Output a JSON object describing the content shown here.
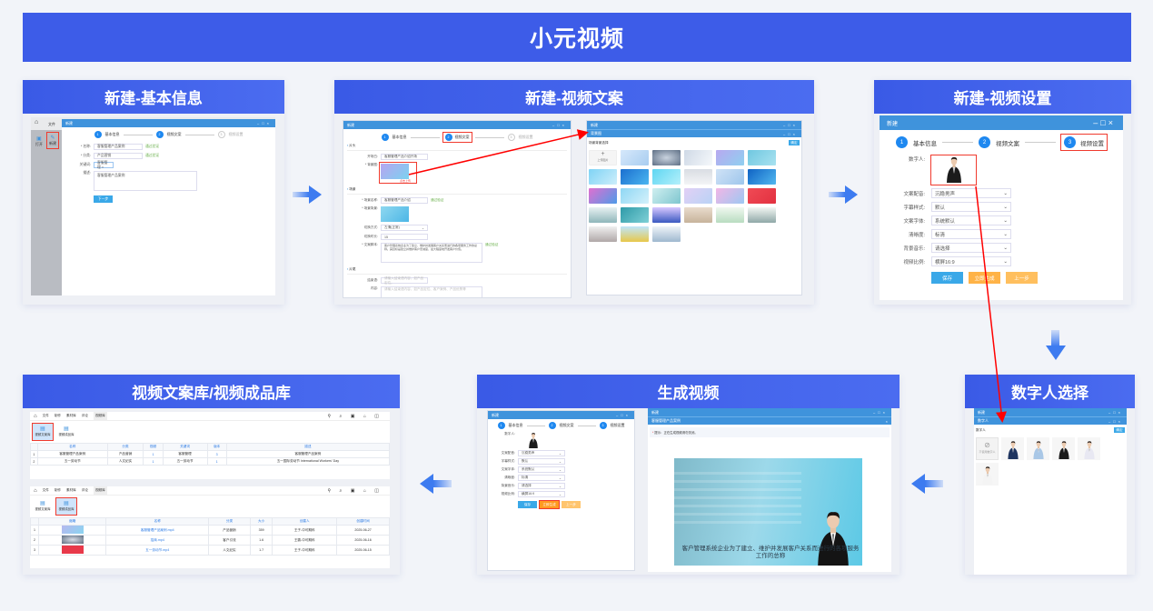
{
  "banner": {
    "title": "小元视频"
  },
  "panels": {
    "basic": {
      "title": "新建-基本信息"
    },
    "copy": {
      "title": "新建-视频文案"
    },
    "settings": {
      "title": "新建-视频设置"
    },
    "avatar": {
      "title": "数字人选择"
    },
    "generate": {
      "title": "生成视频"
    },
    "library": {
      "title": "视频文案库/视频成品库"
    }
  },
  "window": {
    "title": "新建",
    "bg_title": "背景图",
    "avatar_title": "数字人"
  },
  "steps": [
    "基本信息",
    "视频文案",
    "视频设置"
  ],
  "step_numbers": [
    "1",
    "2",
    "3"
  ],
  "basic_form": {
    "toolbar": [
      "打开",
      "新建"
    ],
    "menu": [
      "文件"
    ],
    "fields": [
      {
        "label": "* 名称:",
        "value": "客服管理产品案例",
        "hint": "通过验证"
      },
      {
        "label": "* 分类:",
        "value": "产品营销",
        "hint": "通过验证"
      },
      {
        "label": "关键词:",
        "value": "客服管理 ×",
        "hint": ""
      },
      {
        "label": "描述:",
        "value": "客服管理产品案例",
        "hint": ""
      }
    ],
    "next": "下一步"
  },
  "copy_form": {
    "sec_open": "片头",
    "open_label": "开场白:",
    "open_value": "客服管理产品介绍开场",
    "cover_label": "* 背景图:",
    "upload": "点击上传",
    "sec_body": "场景",
    "scene_label": "* 场景名称:",
    "scene_value": "客服管理产品介绍",
    "scene_hint": "通过验证",
    "bg_label": "* 场景背景:",
    "trans_label": "切换方式:",
    "trans_value": "左滑(正常)",
    "dur_label": "切换时长:",
    "dur_value": "15",
    "text_label": "* 文案脚本:",
    "text_value": "客户管理系统企业为了建立、维护并发展客户关系而进行的各项服务工作的总称。其目标是建立并维护客户忠诚度，最大程度地开发客户价值。",
    "text_hint": "通过验证",
    "sec_end": "片尾",
    "end_label": "结束语:",
    "end_placeholder": "请输入结束语内容，如产品定位。",
    "foot_label": "内容:",
    "foot_placeholder": "请输入结束语内容，如产品定位、客户案例、产品优势等"
  },
  "bg_picker": {
    "heading": "场景背景选择",
    "confirm": "确定",
    "upload": "上传图片"
  },
  "settings_form": {
    "avatar_label": "数字人:",
    "fields": [
      {
        "label": "文案配音:",
        "value": "沉稳男声"
      },
      {
        "label": "字幕样式:",
        "value": "默认"
      },
      {
        "label": "文案字体:",
        "value": "系统默认"
      },
      {
        "label": "清晰度:",
        "value": "标清"
      },
      {
        "label": "背景音乐:",
        "value": "请选择"
      },
      {
        "label": "视频比例:",
        "value": "横屏16:9"
      }
    ],
    "save": "保存",
    "generate": "立即生成",
    "prev": "上一步"
  },
  "avatar_picker": {
    "heading": "数字人",
    "confirm": "确定",
    "none": "不使用数字人"
  },
  "generate_view": {
    "window_sub": "客服管理产品案例",
    "tip": "提示：正在生成视频请勿关闭。",
    "subtitle": "客户管理系统企业为了建立、维护并发展客户关系而进行的各项服务工作的总称"
  },
  "library": {
    "menu": [
      "文件",
      "制作",
      "素材库",
      "评论",
      "视频库"
    ],
    "tools": [
      "视频文案库",
      "视频成品库"
    ],
    "copy_table": {
      "headers": [
        "",
        "名称",
        "分类",
        "视频",
        "关键词",
        "版本",
        "描述"
      ],
      "rows": [
        [
          "1",
          "客服管理产品案例",
          "产品营销",
          "1",
          "客服管理",
          "3",
          "客服管理产品案例"
        ],
        [
          "2",
          "五一劳动节",
          "人文纪实",
          "1",
          "五一劳动节",
          "1",
          "五一国际劳动节 International Workers' Day"
        ]
      ]
    },
    "product_table": {
      "headers": [
        "",
        "缩略",
        "名称",
        "分类",
        "大小",
        "创建人",
        "创建时间"
      ],
      "rows": [
        [
          "1",
          "",
          "客服管理产品案例.mp4",
          "产品营销",
          "359",
          "王子-中可期科",
          "2025-06-27"
        ],
        [
          "2",
          "",
          "招商.mp4",
          "客户引流",
          "1.6",
          "王霸-中可期科",
          "2025-06-16"
        ],
        [
          "3",
          "",
          "五一劳动节.mp4",
          "人文纪实",
          "1.7",
          "王子-中可期科",
          "2025-06-15"
        ]
      ]
    }
  }
}
